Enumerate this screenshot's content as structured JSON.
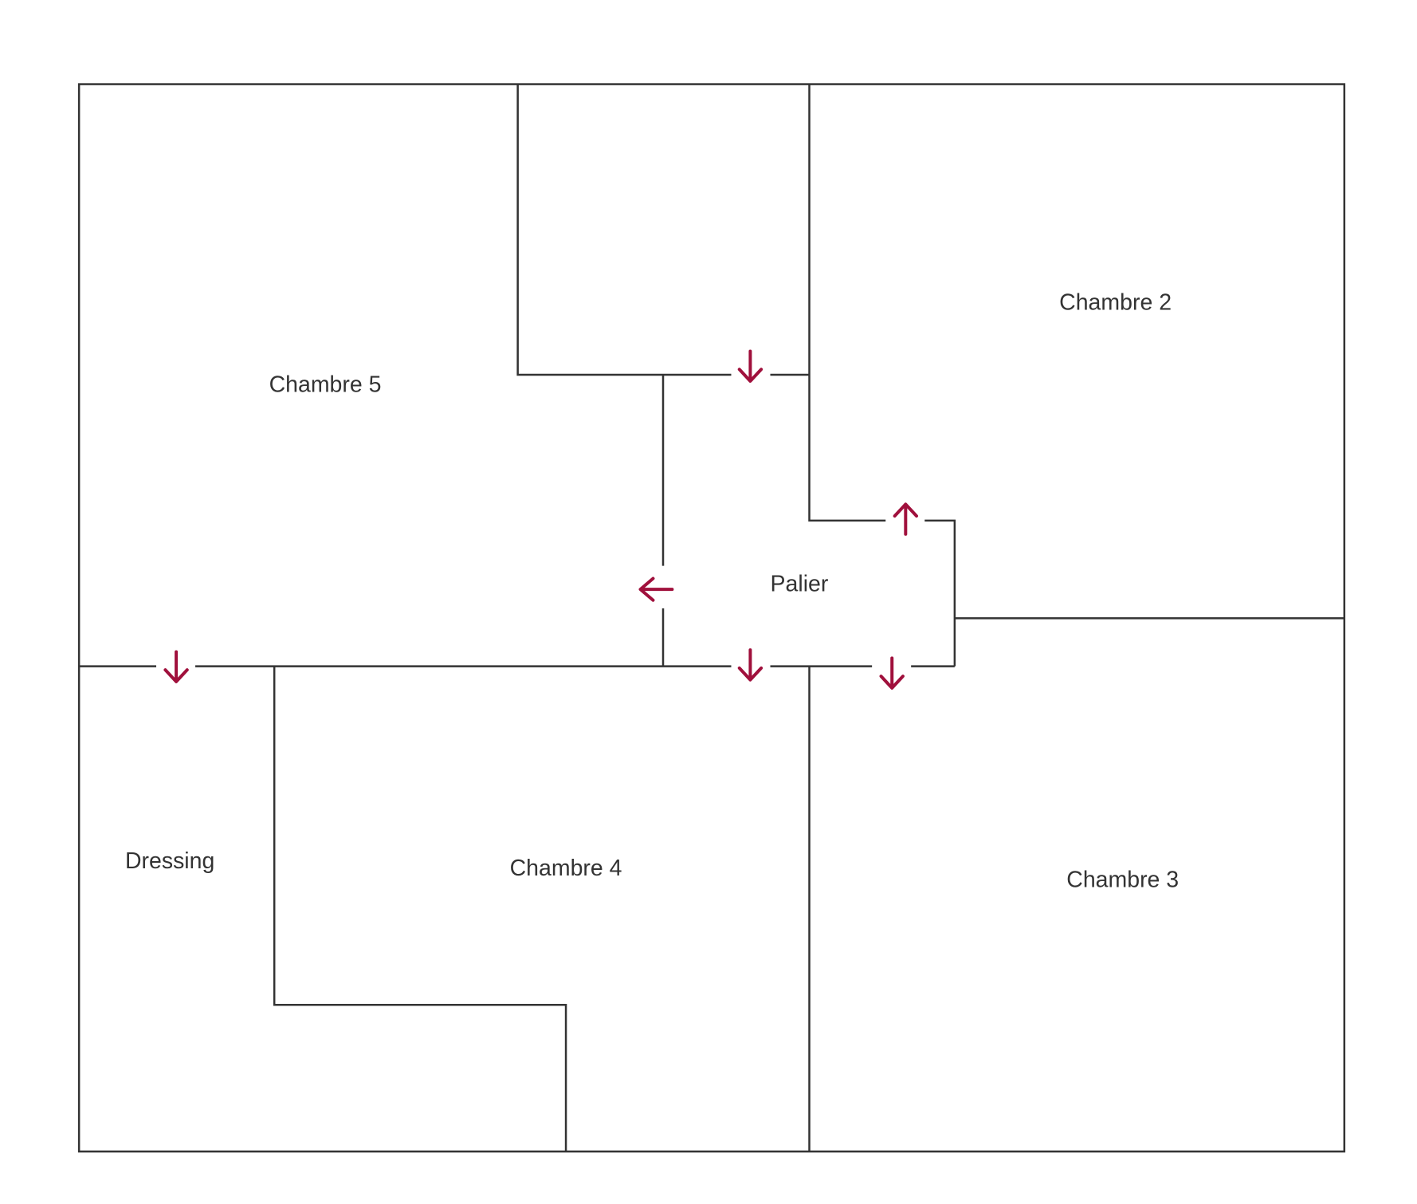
{
  "plan": {
    "rooms": [
      {
        "id": "chambre5",
        "label": "Chambre 5"
      },
      {
        "id": "chambre2",
        "label": "Chambre 2"
      },
      {
        "id": "palier",
        "label": "Palier"
      },
      {
        "id": "dressing",
        "label": "Dressing"
      },
      {
        "id": "chambre4",
        "label": "Chambre 4"
      },
      {
        "id": "chambre3",
        "label": "Chambre 3"
      }
    ],
    "colors": {
      "walls": "#333333",
      "door_arrows": "#a0103c"
    }
  }
}
